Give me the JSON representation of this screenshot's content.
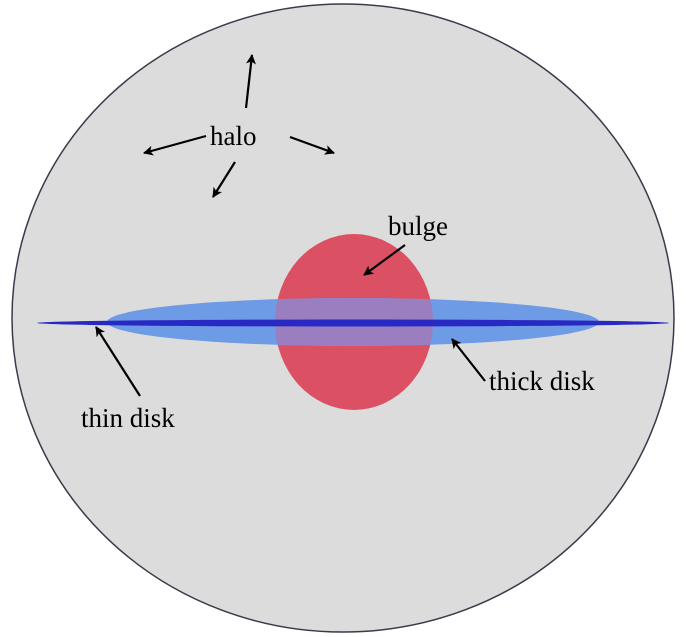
{
  "labels": {
    "halo": "halo",
    "bulge": "bulge",
    "thin_disk": "thin disk",
    "thick_disk": "thick disk"
  },
  "colors": {
    "halo_fill": "#dcdcdc",
    "halo_stroke": "#3a3a4a",
    "bulge": "#dc5064",
    "thick_disk": "#6e9be6",
    "thin_disk": "#2828c3",
    "overlap": "#9a7ec0",
    "arrow": "#000000"
  },
  "icons": {
    "arrow": "arrow-icon"
  }
}
